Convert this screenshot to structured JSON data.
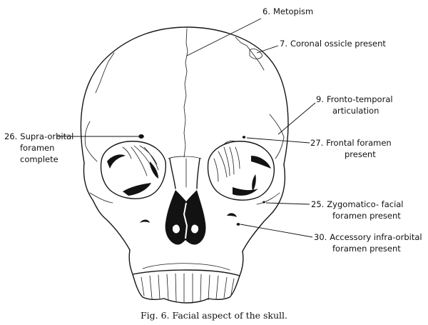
{
  "labels": {
    "l6": {
      "num": "6.",
      "text": "Metopism"
    },
    "l7": {
      "num": "7.",
      "text": "Coronal ossicle present"
    },
    "l9": {
      "num": "9.",
      "line1": "Fronto-temporal",
      "line2": "articulation"
    },
    "l26": {
      "num": "26.",
      "line1": "Supra-orbital",
      "line2": "foramen",
      "line3": "complete"
    },
    "l27": {
      "num": "27.",
      "line1": "Frontal foramen",
      "line2": "present"
    },
    "l25": {
      "num": "25.",
      "line1": "Zygomatico- facial",
      "line2": "foramen present"
    },
    "l30": {
      "num": "30.",
      "line1": "Accessory infra-orbital",
      "line2": "foramen present"
    }
  },
  "caption": "Fig. 6. Facial aspect of the skull."
}
